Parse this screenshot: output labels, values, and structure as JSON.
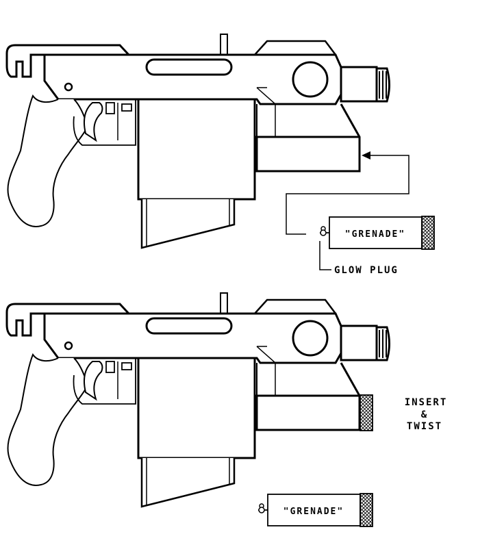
{
  "diagram": {
    "top": {
      "grenade_label": "\"GRENADE\"",
      "glow_plug_label": "GLOW PLUG"
    },
    "bottom": {
      "grenade_label": "\"GRENADE\"",
      "instruction_line1": "INSERT",
      "instruction_line2": "&",
      "instruction_line3": "TWIST"
    }
  }
}
